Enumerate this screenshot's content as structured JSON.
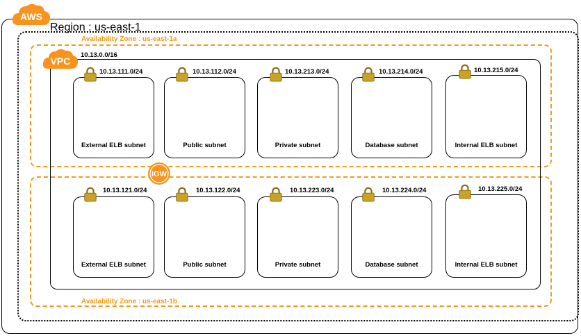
{
  "aws_badge": "AWS",
  "region_label": "Region : us-east-1",
  "vpc": {
    "badge": "VPC",
    "cidr": "10.13.0.0/16"
  },
  "igw_badge": "IGW",
  "zones": [
    {
      "label": "Availability Zone : us-east-1a",
      "subnets": [
        {
          "cidr": "10.13.111.0/24",
          "label": "External ELB subnet"
        },
        {
          "cidr": "10.13.112.0/24",
          "label": "Public subnet"
        },
        {
          "cidr": "10.13.213.0/24",
          "label": "Private subnet"
        },
        {
          "cidr": "10.13.214.0/24",
          "label": "Database subnet"
        },
        {
          "cidr": "10.13.215.0/24",
          "label": "Internal ELB subnet"
        }
      ]
    },
    {
      "label": "Availability Zone : us-east-1b",
      "subnets": [
        {
          "cidr": "10.13.121.0/24",
          "label": "External ELB subnet"
        },
        {
          "cidr": "10.13.122.0/24",
          "label": "Public subnet"
        },
        {
          "cidr": "10.13.223.0/24",
          "label": "Private subnet"
        },
        {
          "cidr": "10.13.224.0/24",
          "label": "Database subnet"
        },
        {
          "cidr": "10.13.225.0/24",
          "label": "Internal ELB subnet"
        }
      ]
    }
  ],
  "colors": {
    "accent_orange": "#f29a1a",
    "cloud_orange": "#f7941d",
    "lock_gold": "#c9a227"
  }
}
